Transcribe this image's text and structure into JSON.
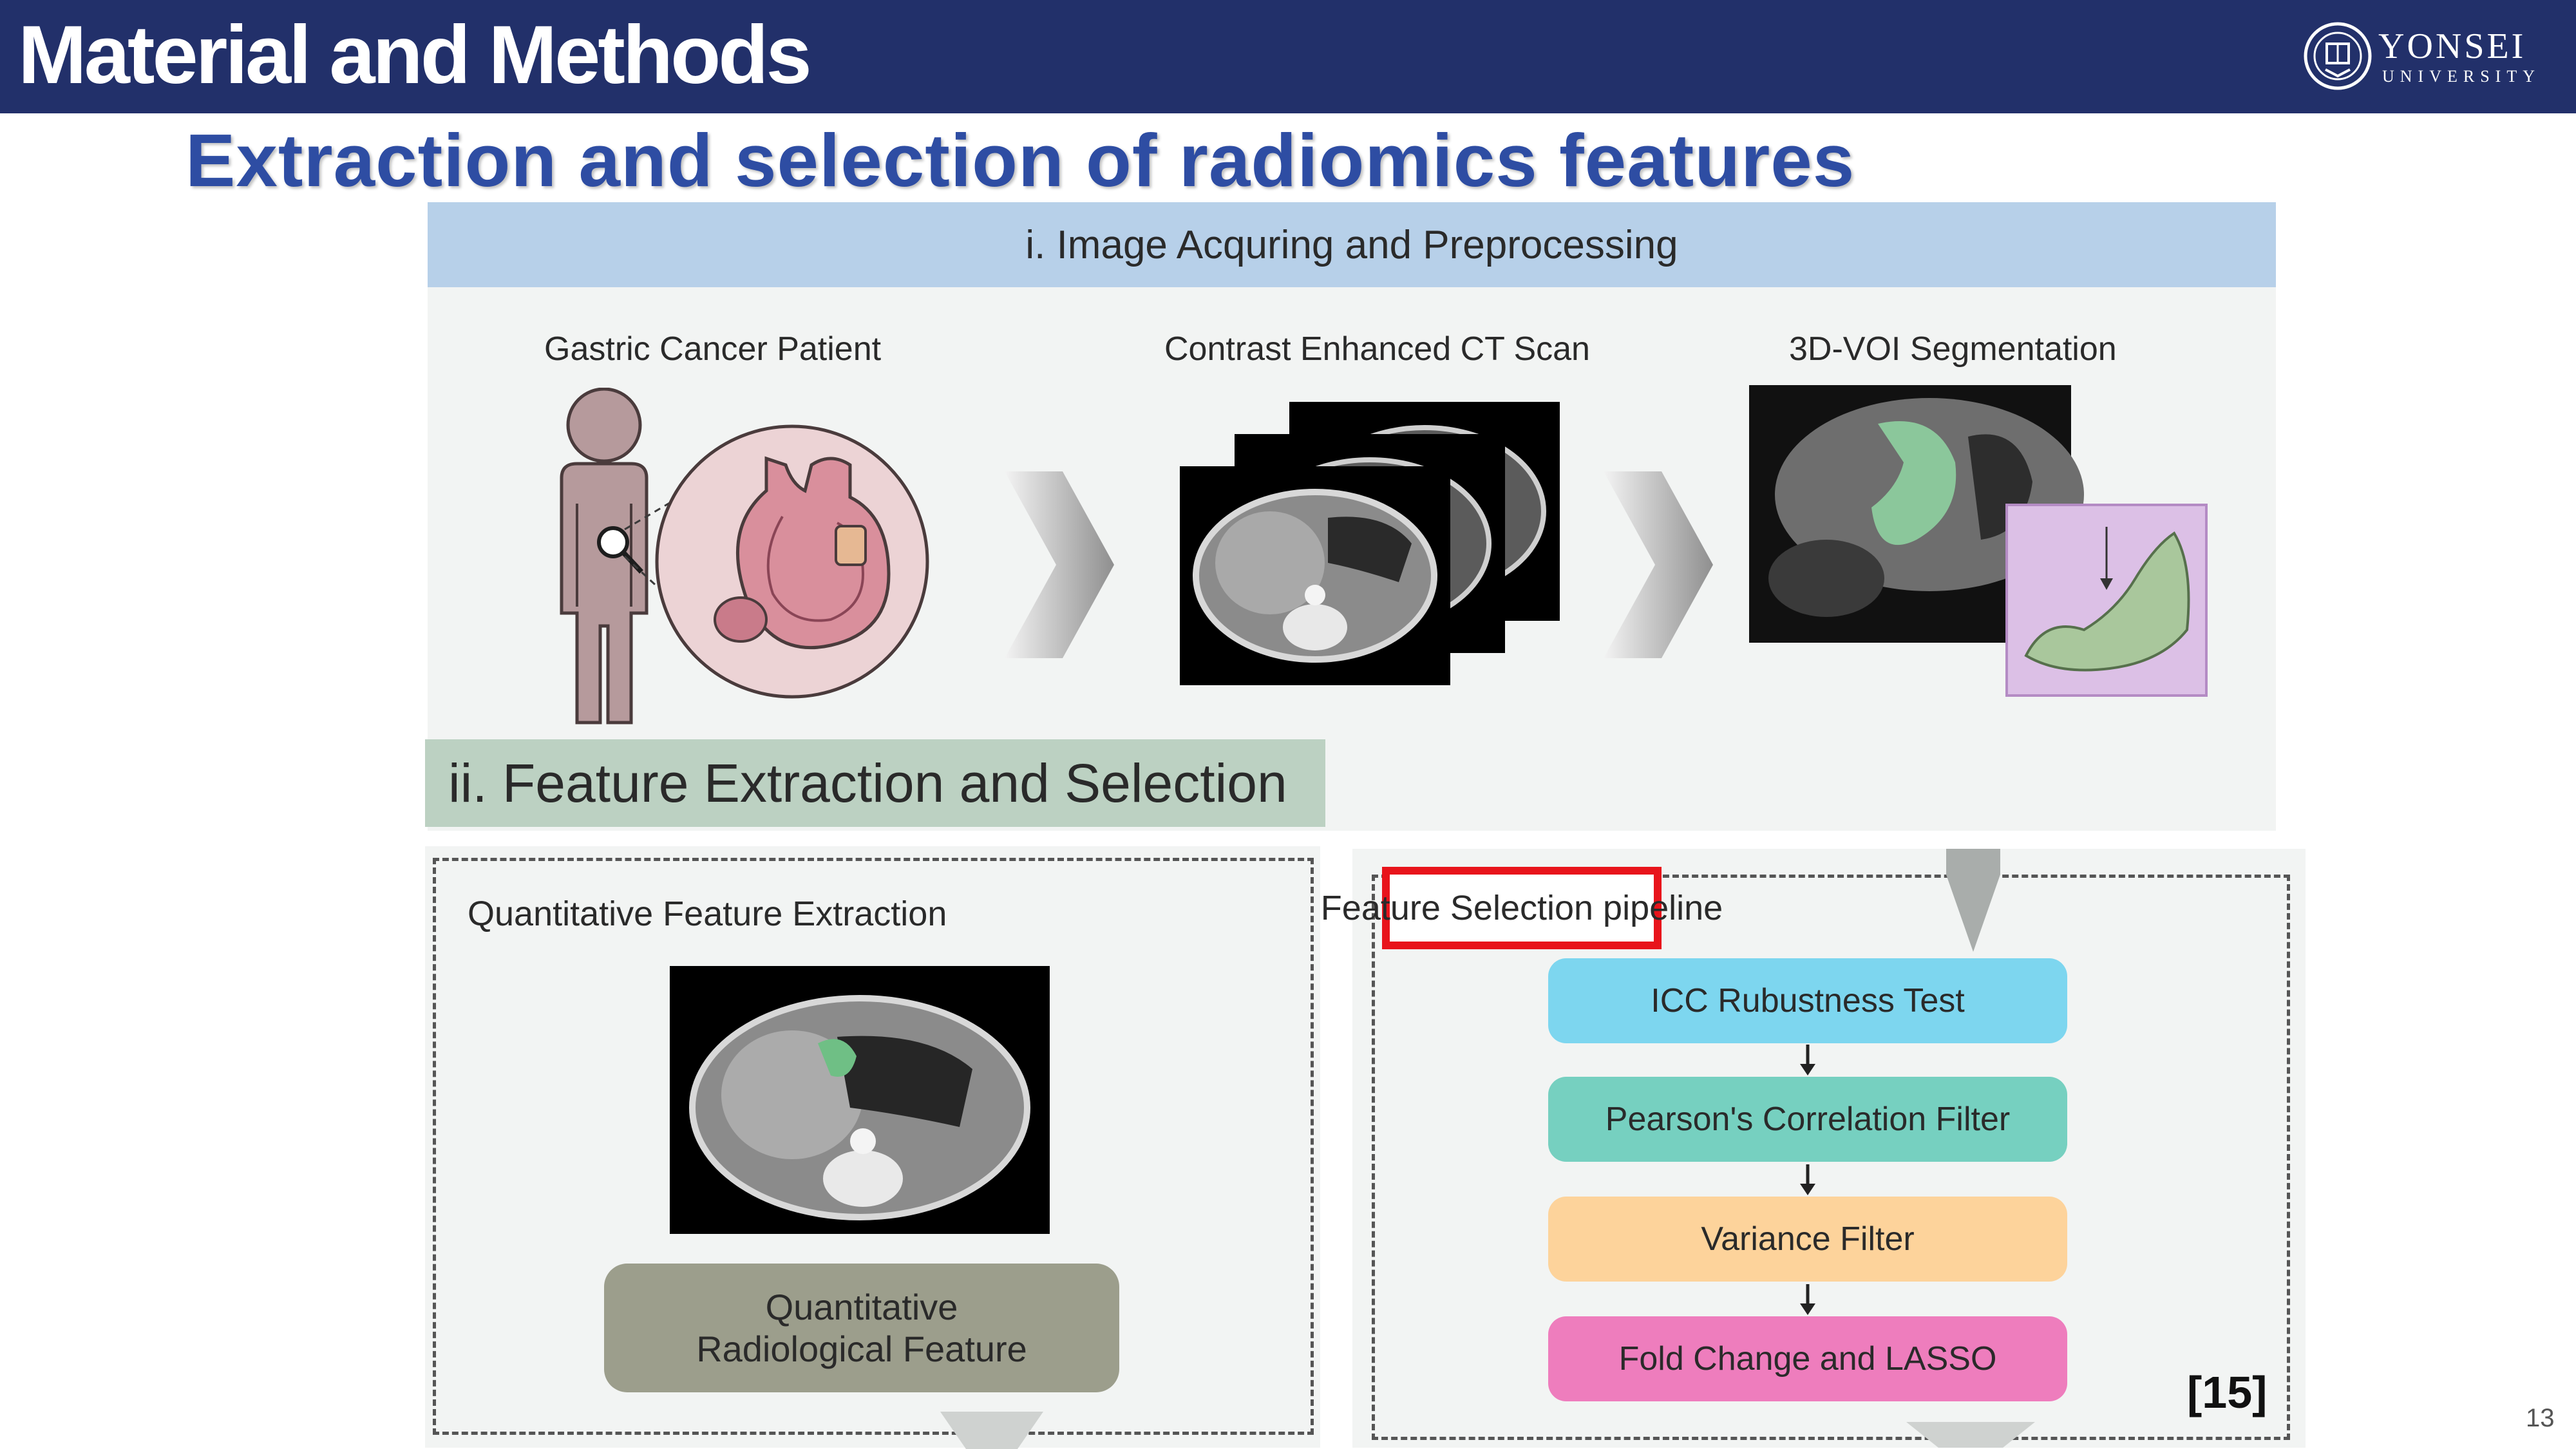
{
  "header": {
    "title": "Material and Methods"
  },
  "logo": {
    "name": "YONSEI",
    "sub": "UNIVERSITY",
    "icon": "university-seal-icon"
  },
  "subtitle": "Extraction and selection of radiomics features",
  "diagram": {
    "section1": {
      "title": "i. Image Acquring and Preprocessing",
      "steps": [
        {
          "label": "Gastric Cancer Patient"
        },
        {
          "label": "Contrast Enhanced CT Scan"
        },
        {
          "label": "3D-VOI Segmentation"
        }
      ]
    },
    "section2": {
      "title": "ii. Feature Extraction and Selection",
      "extraction": {
        "title": "Quantitative Feature Extraction",
        "output_line1": "Quantitative",
        "output_line2": "Radiological Feature"
      },
      "pipeline": {
        "title": "Feature Selection pipeline",
        "steps": [
          {
            "label": "ICC Rubustness Test",
            "color": "#7dd6ef"
          },
          {
            "label": "Pearson's Correlation Filter",
            "color": "#76d0c0"
          },
          {
            "label": "Variance Filter",
            "color": "#fdd39b"
          },
          {
            "label": "Fold Change and LASSO",
            "color": "#ee7dbd"
          }
        ]
      }
    }
  },
  "reference": "[15]",
  "page_number": "13",
  "colors": {
    "header_bg": "#22306a",
    "subtitle": "#2e4da3",
    "section1_bar": "#b7d0e9",
    "section2_bar": "#bcd1c2",
    "highlight_box": "#e8141b"
  }
}
